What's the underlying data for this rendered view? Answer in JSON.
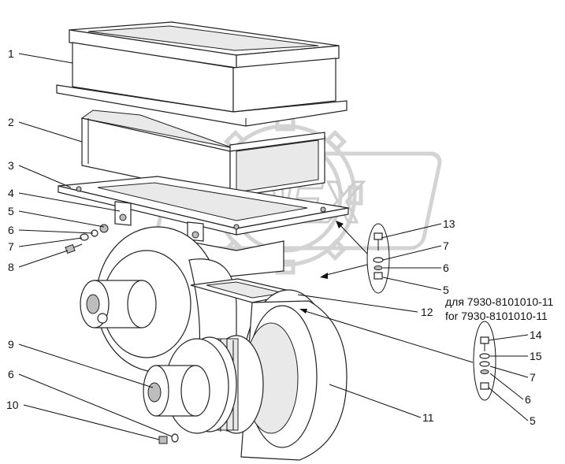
{
  "diagram": {
    "callouts": {
      "c1": "1",
      "c2": "2",
      "c3": "3",
      "c4": "4",
      "c5a": "5",
      "c6a": "6",
      "c7a": "7",
      "c8": "8",
      "c13": "13",
      "c7b": "7",
      "c6b": "6",
      "c5b": "5",
      "c12": "12",
      "c9": "9",
      "c6c": "6",
      "c10": "10",
      "c11": "11",
      "c14": "14",
      "c15": "15",
      "c7c": "7",
      "c6d": "6",
      "c5c": "5"
    },
    "variant_note_ru": "для 7930-8101010-11",
    "variant_note_en": "for 7930-8101010-11"
  }
}
